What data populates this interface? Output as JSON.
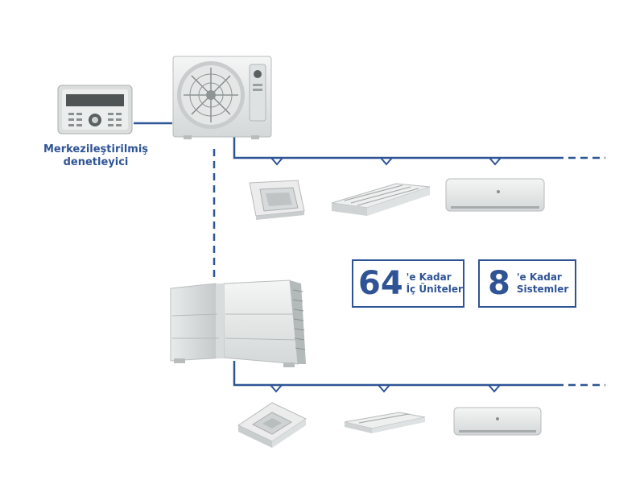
{
  "controller": {
    "label_line1": "Merkezileştirilmiş",
    "label_line2": "denetleyici"
  },
  "stats": [
    {
      "number": "64",
      "line1": "'e Kadar",
      "line2": "İç Üniteler"
    },
    {
      "number": "8",
      "line1": "'e Kadar",
      "line2": "Sistemler"
    }
  ],
  "colors": {
    "accent": "#2f5496",
    "unit_body": "#e6e8e8",
    "unit_shade": "#c9cdcd"
  }
}
